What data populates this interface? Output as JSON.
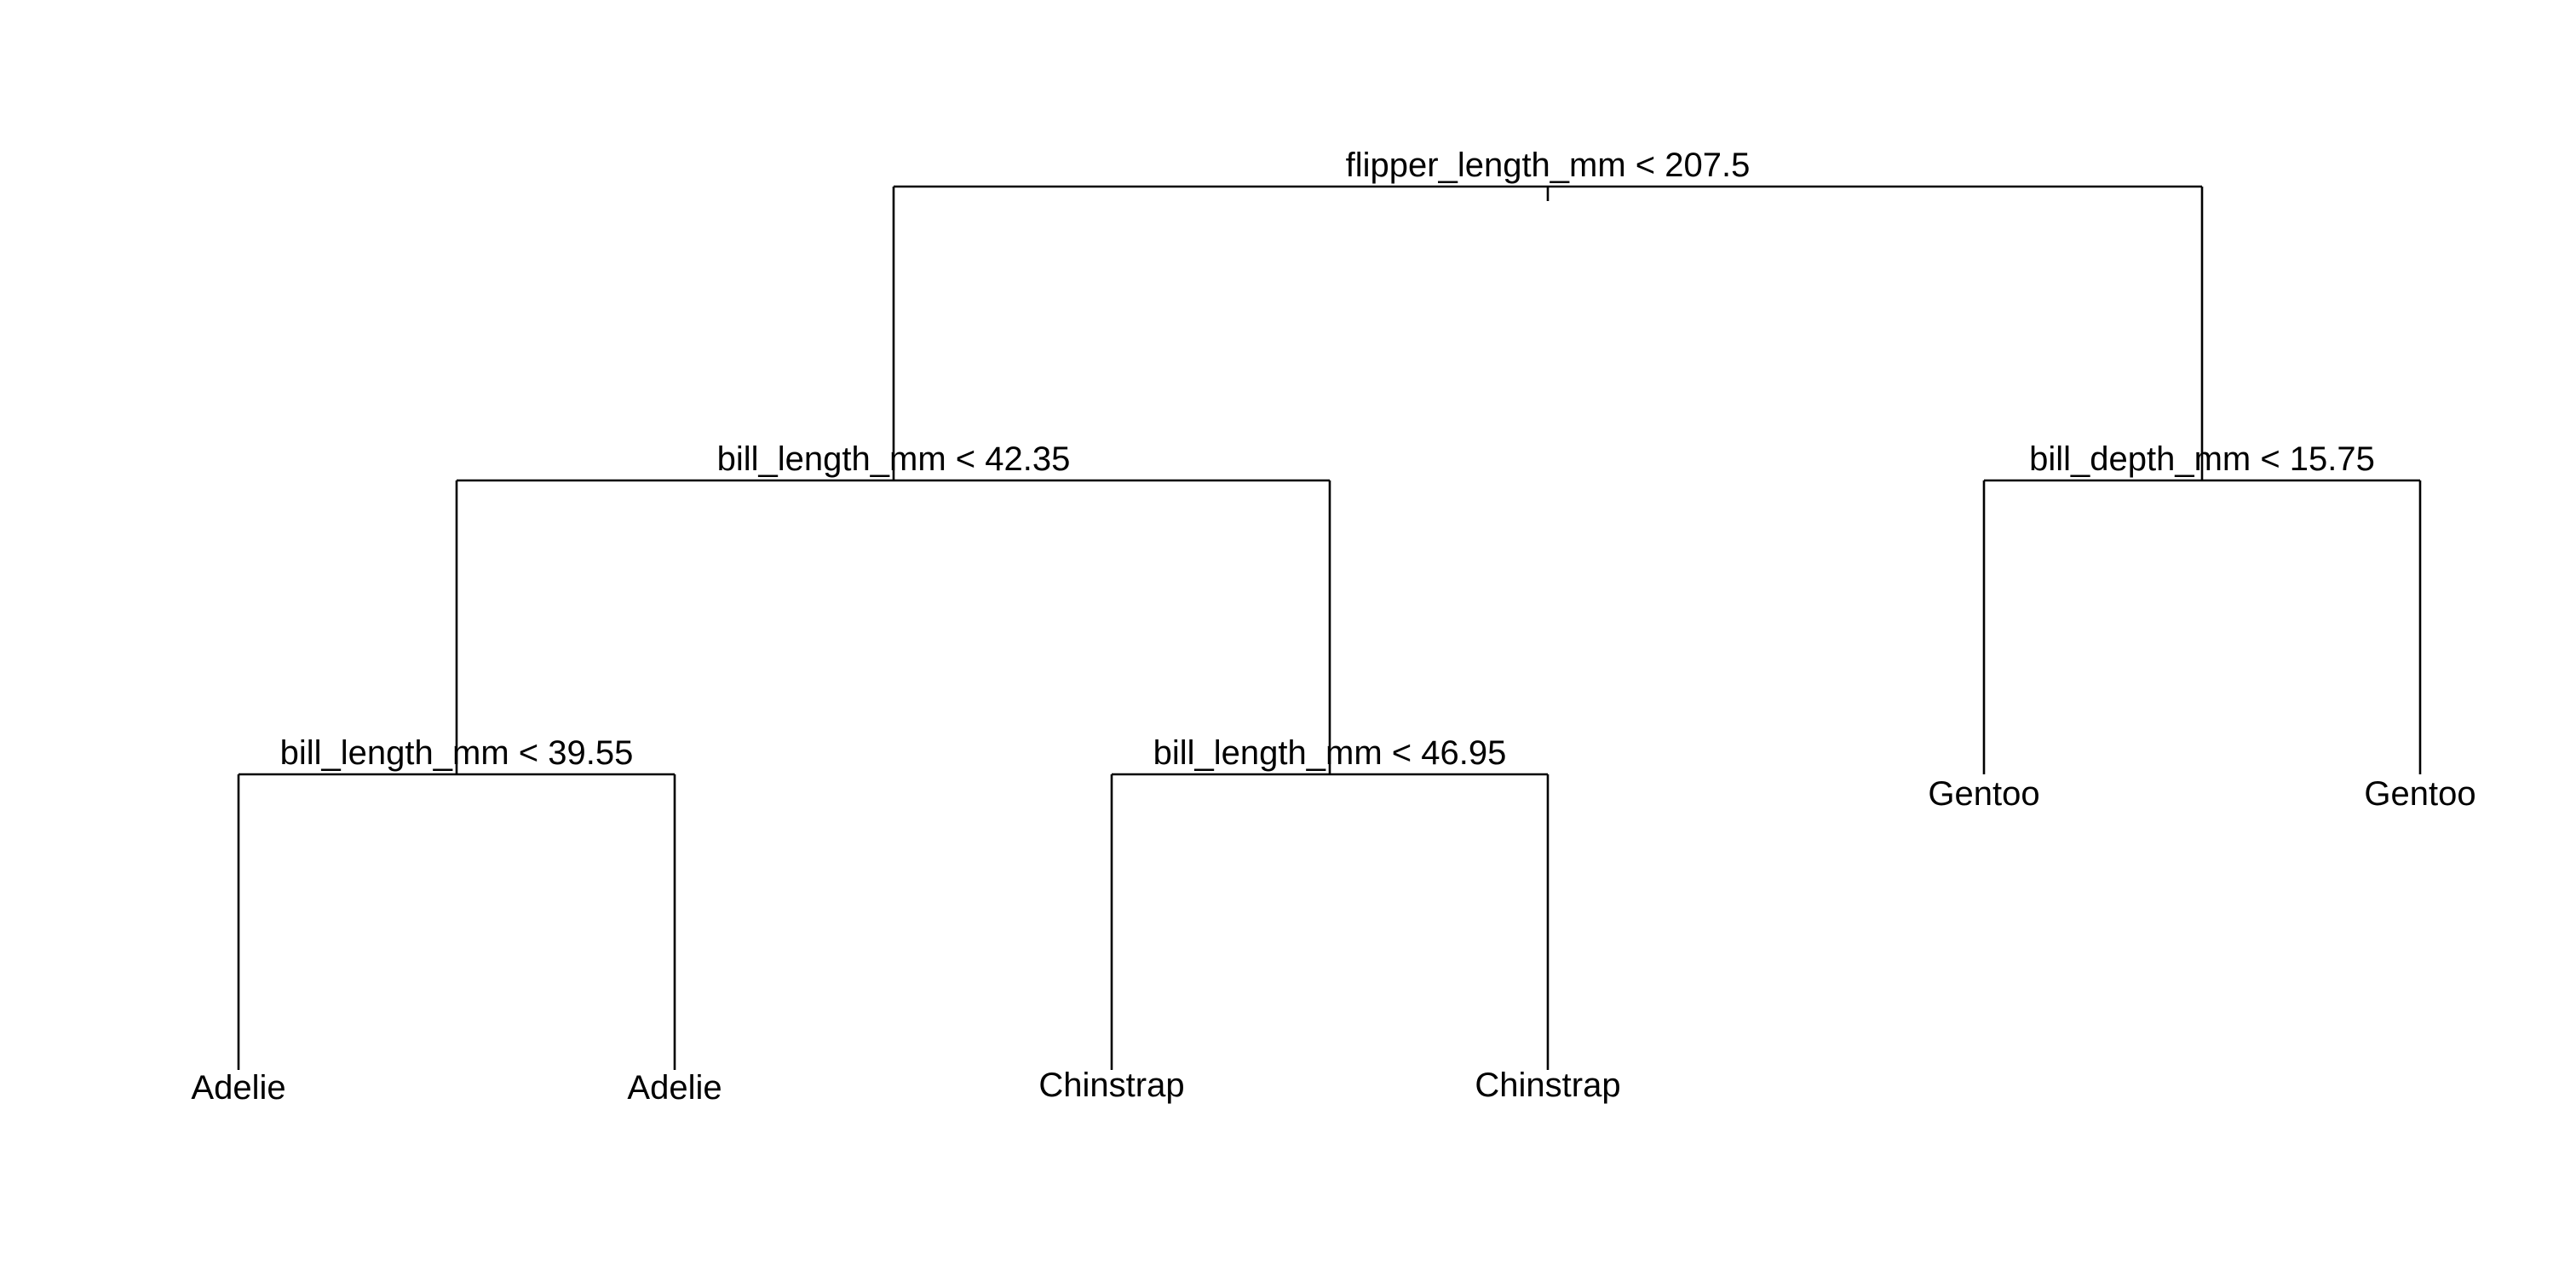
{
  "tree": {
    "root": {
      "split": "flipper_length_mm < 207.5",
      "left": {
        "split": "bill_length_mm < 42.35",
        "left": {
          "split": "bill_length_mm < 39.55",
          "left": {
            "leaf": "Adelie"
          },
          "right": {
            "leaf": "Adelie"
          }
        },
        "right": {
          "split": "bill_length_mm < 46.95",
          "left": {
            "leaf": "Chinstrap"
          },
          "right": {
            "leaf": "Chinstrap"
          }
        }
      },
      "right": {
        "split": "bill_depth_mm < 15.75",
        "left": {
          "leaf": "Gentoo"
        },
        "right": {
          "leaf": "Gentoo"
        }
      }
    }
  },
  "style": {
    "line_color": "#000000",
    "text_color": "#000000",
    "background": "#ffffff"
  }
}
